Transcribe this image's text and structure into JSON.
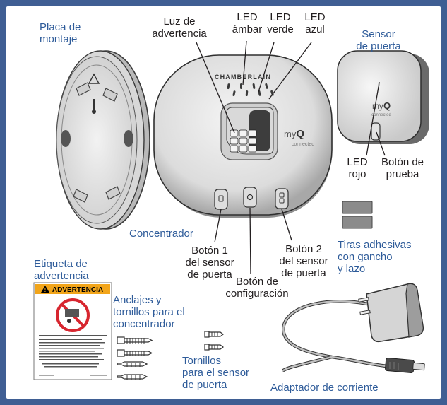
{
  "colors": {
    "frame": "#3f5e93",
    "label_blue": "#2f5c9a",
    "label_dark": "#231f20",
    "warning_yellow": "#f2a51a",
    "prohibition_red": "#d7262f"
  },
  "labels": {
    "mounting_plate": "Placa de\nmontaje",
    "warning_light": "Luz de\nadvertencia",
    "led_amber": "LED\námbar",
    "led_green": "LED\nverde",
    "led_blue": "LED\nazul",
    "door_sensor": "Sensor\nde puerta",
    "led_red": "LED\nrojo",
    "test_button": "Botón de\nprueba",
    "hub": "Concentrador",
    "sensor_button_1": "Botón 1\ndel sensor\nde puerta",
    "sensor_button_2": "Botón 2\ndel sensor\nde puerta",
    "config_button": "Botón de\nconfiguración",
    "adhesive_strips": "Tiras adhesivas\ncon gancho\ny lazo",
    "warning_label": "Etiqueta de\nadvertencia",
    "hub_anchors": "Anclajes y\ntornillos para el\nconcentrador",
    "sensor_screws": "Tornillos\npara el sensor\nde puerta",
    "power_adapter": "Adaptador de corriente"
  },
  "device": {
    "brand": "CHAMBERLAIN",
    "logo_my": "my",
    "logo_q": "Q",
    "logo_sub": "connected"
  },
  "warning_sticker": {
    "title": "ADVERTENCIA",
    "symbol": "!"
  }
}
